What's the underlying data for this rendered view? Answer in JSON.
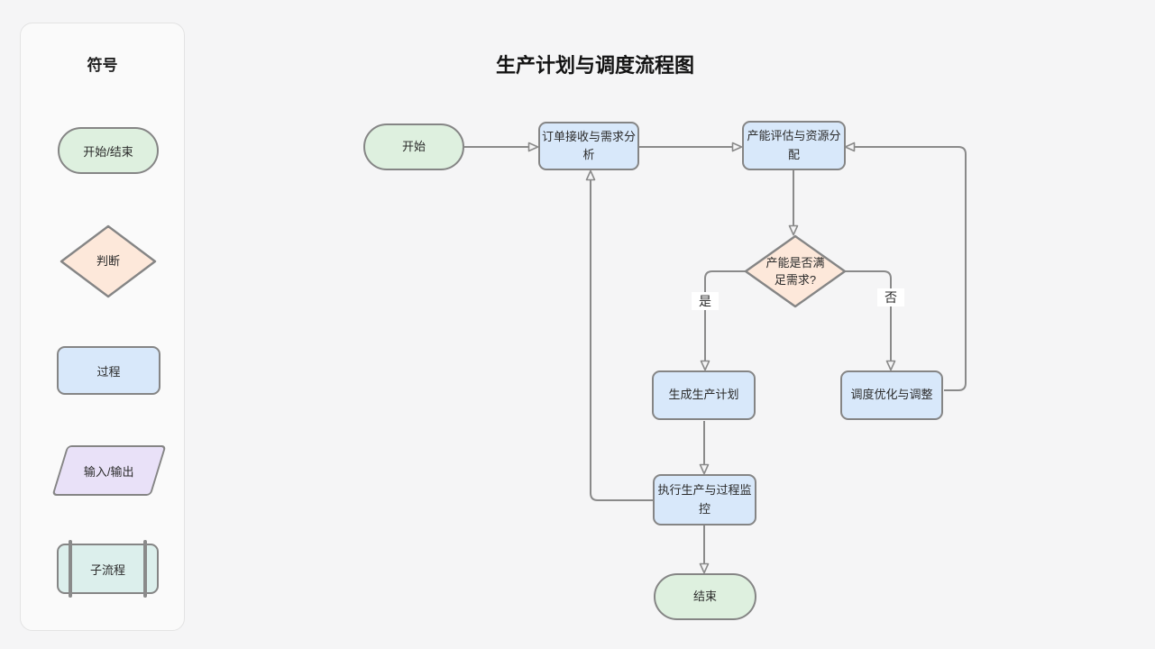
{
  "title": "生产计划与调度流程图",
  "legend": {
    "heading": "符号",
    "items": [
      {
        "id": "start-end",
        "label": "开始/结束",
        "shape": "stadium",
        "fill": "#def0df"
      },
      {
        "id": "decision",
        "label": "判断",
        "shape": "diamond",
        "fill": "#fde8da"
      },
      {
        "id": "process",
        "label": "过程",
        "shape": "rect",
        "fill": "#d8e8fa"
      },
      {
        "id": "input-output",
        "label": "输入/输出",
        "shape": "parallelogram",
        "fill": "#e9e1f8"
      },
      {
        "id": "subprocess",
        "label": "子流程",
        "shape": "subprocess",
        "fill": "#dcefec"
      }
    ]
  },
  "flowchart": {
    "nodes": {
      "start": {
        "label": "开始",
        "type": "stadium"
      },
      "order": {
        "label": "订单接收与需求分析",
        "type": "process"
      },
      "capacity": {
        "label": "产能评估与资源分配",
        "type": "process"
      },
      "decision": {
        "label": "产能是否满足需求?",
        "type": "decision"
      },
      "plan": {
        "label": "生成生产计划",
        "type": "process"
      },
      "schedule": {
        "label": "调度优化与调整",
        "type": "process"
      },
      "execute": {
        "label": "执行生产与过程监控",
        "type": "process"
      },
      "end": {
        "label": "结束",
        "type": "stadium"
      }
    },
    "edge_labels": {
      "yes": "是",
      "no": "否"
    },
    "edges": [
      {
        "from": "start",
        "to": "order",
        "label": ""
      },
      {
        "from": "order",
        "to": "capacity",
        "label": ""
      },
      {
        "from": "capacity",
        "to": "decision",
        "label": ""
      },
      {
        "from": "decision",
        "to": "plan",
        "label": "是"
      },
      {
        "from": "decision",
        "to": "schedule",
        "label": "否"
      },
      {
        "from": "plan",
        "to": "execute",
        "label": ""
      },
      {
        "from": "execute",
        "to": "end",
        "label": ""
      },
      {
        "from": "execute",
        "to": "order",
        "label": ""
      },
      {
        "from": "schedule",
        "to": "capacity",
        "label": ""
      }
    ]
  },
  "colors": {
    "canvas_bg": "#f5f5f6",
    "panel_bg": "#fafafa",
    "panel_border": "#e3e3e3",
    "node_border": "#858585",
    "edge": "#8a8a8a",
    "stadium_fill": "#def0df",
    "process_fill": "#d8e8fa",
    "decision_fill": "#fde8da",
    "parallelogram_fill": "#e9e1f8",
    "subprocess_fill": "#dcefec",
    "text": "#2b2b2b"
  }
}
